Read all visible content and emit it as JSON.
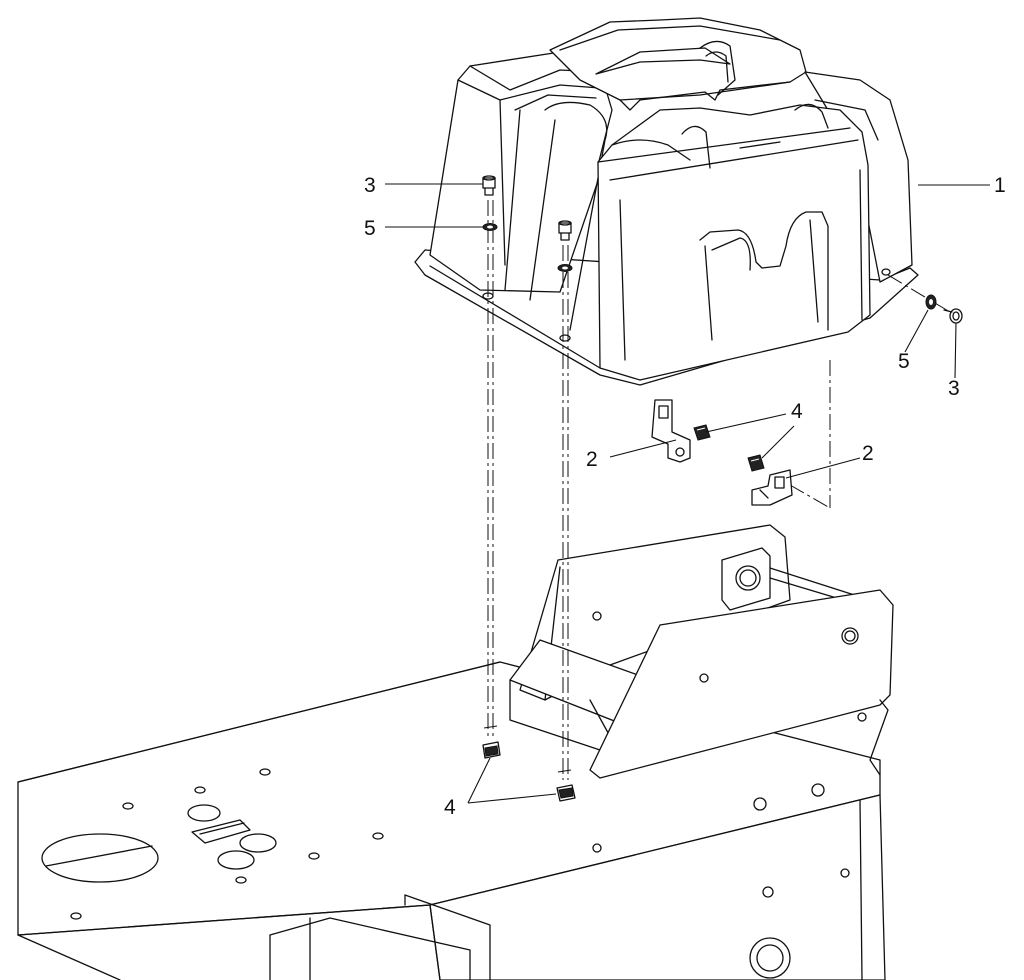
{
  "callouts": {
    "c1": "1",
    "c2_left": "2",
    "c2_right": "2",
    "c3_left": "3",
    "c3_right": "3",
    "c4_top": "4",
    "c4_bottom": "4",
    "c5_left": "5",
    "c5_right": "5"
  },
  "parts": {
    "tray": "storage-tray",
    "bracket": "mounting-bracket",
    "screw": "screw",
    "nut": "clip-nut",
    "washer": "washer"
  }
}
